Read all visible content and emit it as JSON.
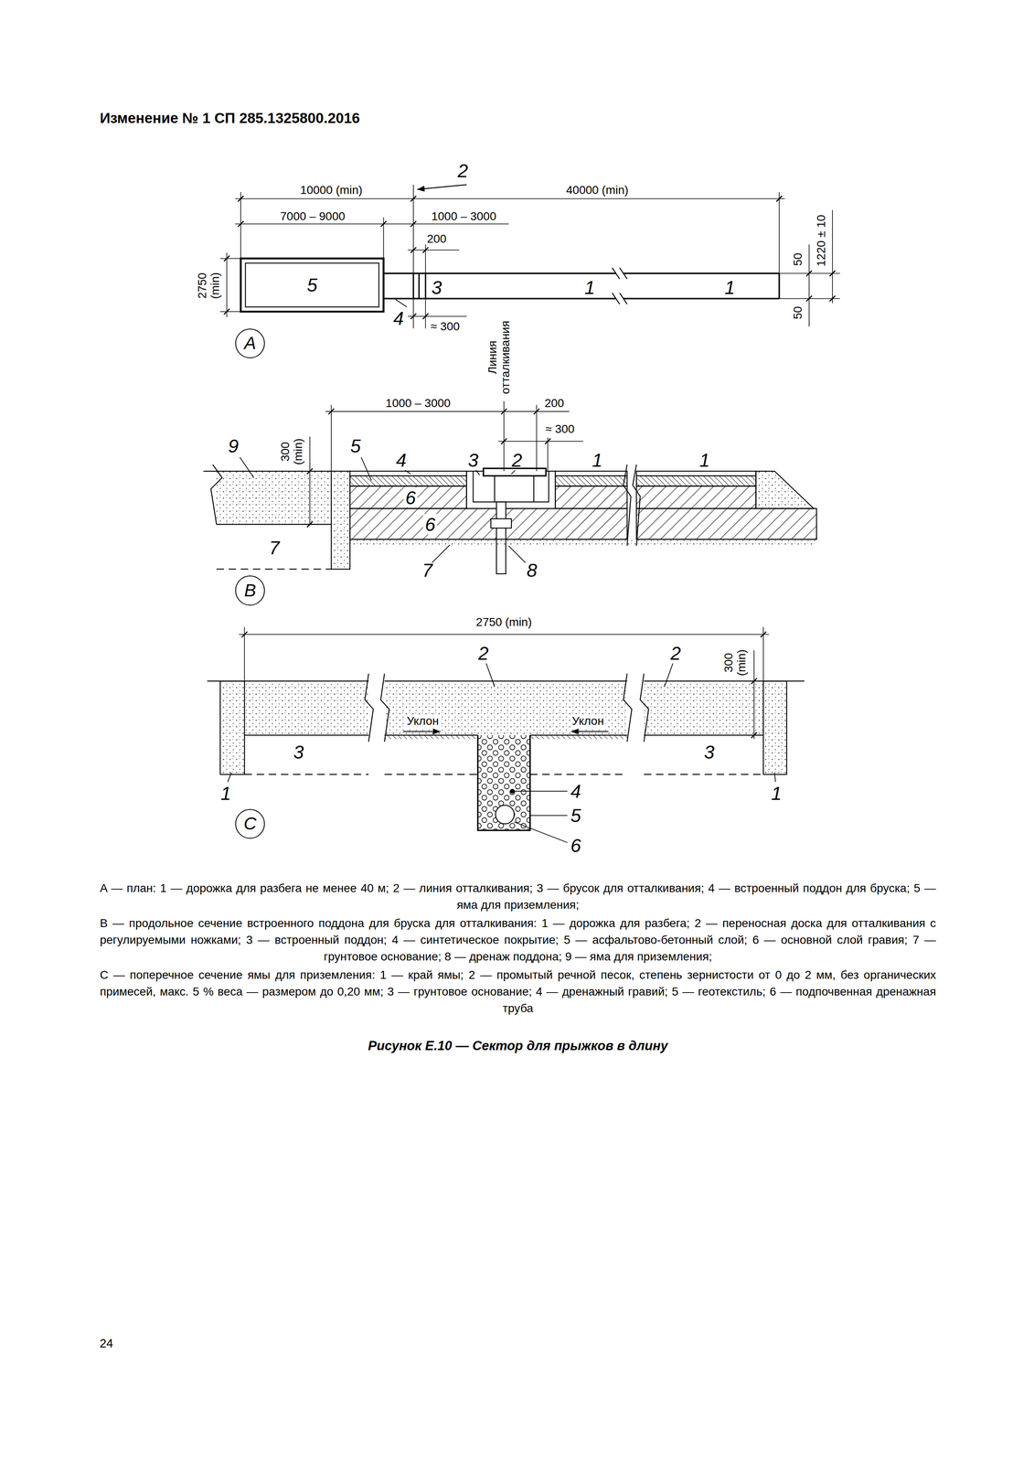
{
  "diagram": {
    "title": "Изменение № 1 СП 285.1325800.2016",
    "caption": "Рисунок Е.10 — Сектор для прыжков в длину",
    "nodes": [
      {
        "text": [
          "5"
        ]
      },
      {
        "text": [
          "3",
          "1"
        ]
      },
      {
        "text": [
          "1"
        ]
      },
      {
        "text": [
          "A"
        ]
      },
      {
        "text": [
          "B"
        ]
      },
      {
        "text": [
          "C"
        ]
      }
    ],
    "labels": [
      "2",
      "10000 (min)",
      "40000 (min)",
      "7000 – 9000",
      "1000 – 3000",
      "200",
      "2750 (min)",
      "4",
      "≈ 300",
      "50",
      "1220 ± 10",
      "50",
      "Линия отталкивания",
      "1000 – 3000",
      "200",
      "≈ 300",
      "300 (min)",
      "9",
      "5",
      "4",
      "3",
      "2",
      "1",
      "1",
      "6",
      "6",
      "7",
      "7",
      "8",
      "2750 (min)",
      "2",
      "2",
      "300 (min)",
      "Уклон",
      "Уклон",
      "3",
      "3",
      "1",
      "1",
      "4",
      "5",
      "6",
      "A — план: 1 — дорожка для разбега не менее 40 м; 2 — линия отталкивания; 3 — брусок для отталкивания; 4 — встроенный поддон для бруска; 5 — яма для приземления;",
      "B — продольное сечение встроенного поддона для бруска для отталкивания: 1 — дорожка для разбега; 2 — переносная доска для отталкивания с регулируемыми ножками; 3 — встроенный поддон; 4 — синтетическое покрытие; 5 — асфальтово-бетонный слой; 6 — основной слой гравия; 7 — грунтовое основание; 8 — дренаж поддона; 9 — яма для приземления;",
      "C — поперечное сечение ямы для приземления: 1 — край ямы; 2 — промытый речной песок, степень зернистости от 0 до 2 мм, без органических примесей, макс. 5 % веса — размером до 0,20 мм; 3 — грунтовое основание; 4 — дренажный гравий; 5 — геотекстиль; 6 — подпочвенная дренажная труба",
      "24"
    ]
  }
}
